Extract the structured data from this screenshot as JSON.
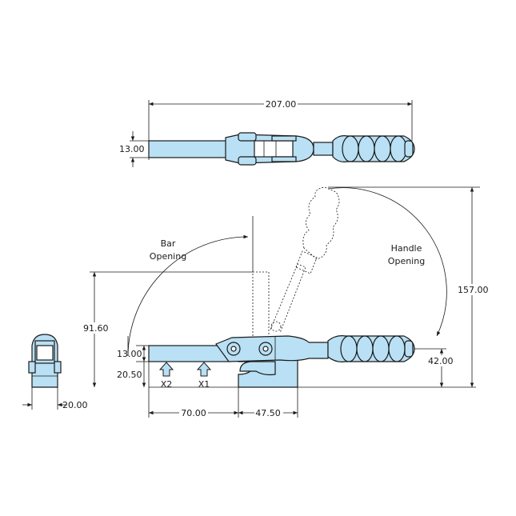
{
  "dimensions": {
    "top_length": "207.00",
    "top_thickness": "13.00",
    "bar_opening_angle_label": "91.60",
    "bar_thickness": "13.00",
    "bar_height": "20.50",
    "handle_height_open": "157.00",
    "handle_height_closed": "42.00",
    "base_to_x2": "70.00",
    "base_length": "47.50",
    "end_width": "20.00"
  },
  "labels": {
    "bar_opening_line1": "Bar",
    "bar_opening_line2": "Opening",
    "handle_opening_line1": "Handle",
    "handle_opening_line2": "Opening",
    "x2": "X2",
    "x1": "X1"
  },
  "colors": {
    "part_fill": "#b9e0f4",
    "outline": "#1a1a1a"
  }
}
